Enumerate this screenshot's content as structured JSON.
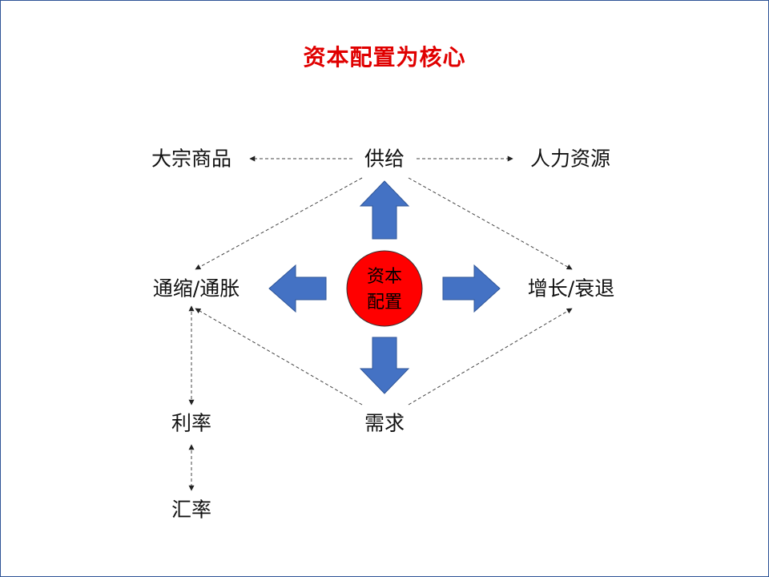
{
  "title": "资本配置为核心",
  "center": {
    "line1": "资本",
    "line2": "配置"
  },
  "nodes": {
    "supply": "供给",
    "commodities": "大宗商品",
    "human_resources": "人力资源",
    "inflation": "通缩/通胀",
    "growth": "增长/衰退",
    "demand": "需求",
    "interest_rate": "利率",
    "exchange_rate": "汇率"
  },
  "colors": {
    "title": "#e00000",
    "center_circle": "#ff0000",
    "big_arrow": "#4472c4",
    "frame": "#2f5597"
  }
}
